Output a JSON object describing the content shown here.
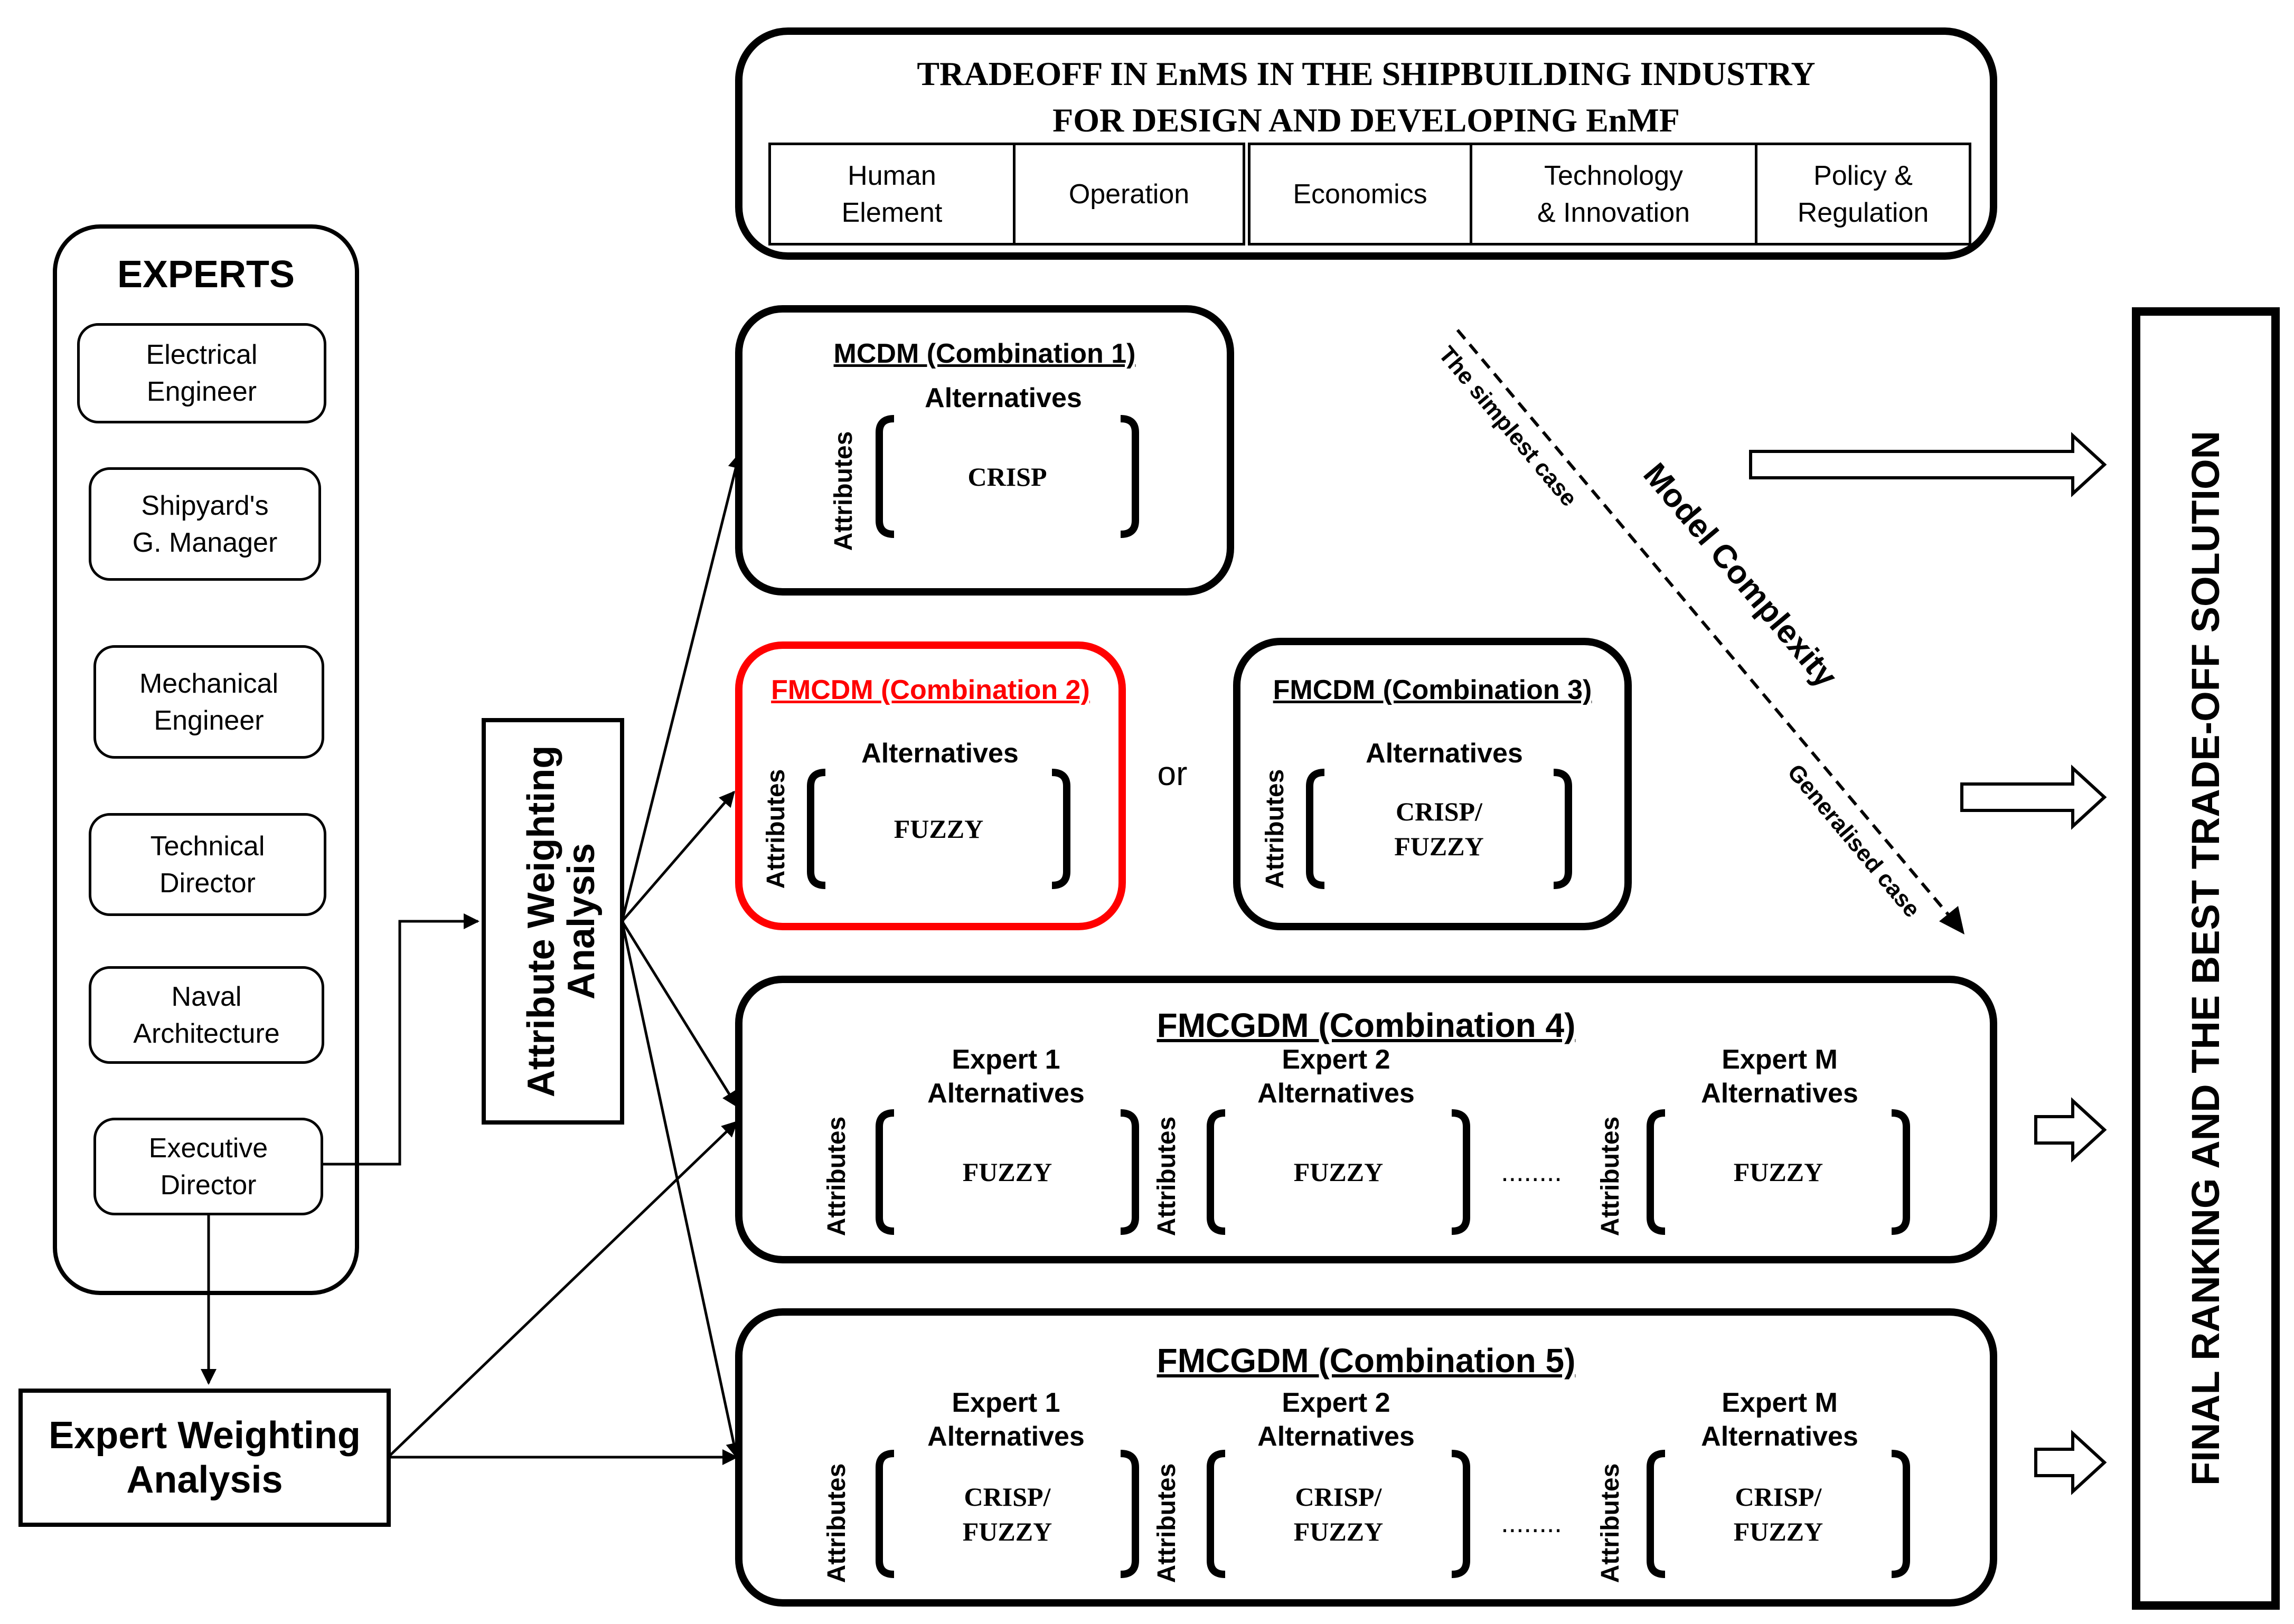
{
  "top_panel": {
    "title_line1": "TRADEOFF IN EnMS IN THE SHIPBUILDING INDUSTRY",
    "title_line2": "FOR DESIGN AND DEVELOPING EnMF",
    "categories": [
      "Human\nElement",
      "Operation",
      "Economics",
      "Technology\n& Innovation",
      "Policy &\nRegulation"
    ]
  },
  "experts": {
    "title": "EXPERTS",
    "items": [
      "Electrical\nEngineer",
      "Shipyard's\nG. Manager",
      "Mechanical\nEngineer",
      "Technical\nDirector",
      "Naval\nArchitecture",
      "Executive\nDirector"
    ]
  },
  "attribute_weighting": "Attribute Weighting\nAnalysis",
  "expert_weighting": "Expert Weighting\nAnalysis",
  "combinations": {
    "c1": {
      "title": "MCDM (Combination 1)",
      "alt": "Alternatives",
      "attr": "Attributes",
      "value": "CRISP"
    },
    "c2": {
      "title": "FMCDM (Combination 2)",
      "alt": "Alternatives",
      "attr": "Attributes",
      "value": "FUZZY"
    },
    "or": "or",
    "c3": {
      "title": "FMCDM (Combination 3)",
      "alt": "Alternatives",
      "attr": "Attributes",
      "value": "CRISP/\nFUZZY"
    },
    "c4": {
      "title": "FMCGDM (Combination 4)",
      "experts": [
        {
          "label": "Expert 1\nAlternatives",
          "attr": "Attributes",
          "value": "FUZZY"
        },
        {
          "label": "Expert 2\nAlternatives",
          "attr": "Attributes",
          "value": "FUZZY"
        },
        {
          "label": "Expert M\nAlternatives",
          "attr": "Attributes",
          "value": "FUZZY"
        }
      ],
      "dots": "........"
    },
    "c5": {
      "title": "FMCGDM (Combination 5)",
      "experts": [
        {
          "label": "Expert 1\nAlternatives",
          "attr": "Attributes",
          "value": "CRISP/\nFUZZY"
        },
        {
          "label": "Expert 2\nAlternatives",
          "attr": "Attributes",
          "value": "CRISP/\nFUZZY"
        },
        {
          "label": "Expert M\nAlternatives",
          "attr": "Attributes",
          "value": "CRISP/\nFUZZY"
        }
      ],
      "dots": "........"
    }
  },
  "complexity": {
    "simplest": "The simplest case",
    "model": "Model Complexity",
    "generalised": "Generalised case"
  },
  "final": "FINAL RANKING AND THE BEST TRADE-OFF SOLUTION",
  "colors": {
    "highlight": "#ff0000",
    "line": "#000000"
  }
}
